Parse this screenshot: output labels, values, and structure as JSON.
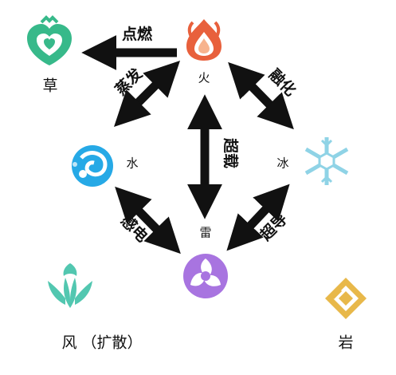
{
  "elements": {
    "fire": "火",
    "water": "水",
    "ice": "冰",
    "electro": "雷",
    "dendro": "草",
    "anemo": "风 （扩散）",
    "geo": "岩"
  },
  "reactions": {
    "burning": "点燃",
    "vaporize": "蒸发",
    "melt": "融化",
    "overloaded": "超载",
    "electro_charged": "感电",
    "superconduct": "超导"
  },
  "colors": {
    "arrow": "#111111",
    "pyro": "#e8603c",
    "pyro_inner": "#f7b38e",
    "hydro": "#26a9e6",
    "cryo": "#8fd3e6",
    "electro": "#a874e0",
    "dendro": "#37b98a",
    "anemo": "#52c7b0",
    "geo": "#e8b84a"
  },
  "icons": [
    "pyro-icon",
    "hydro-icon",
    "cryo-icon",
    "electro-icon",
    "dendro-icon",
    "anemo-icon",
    "geo-icon"
  ]
}
